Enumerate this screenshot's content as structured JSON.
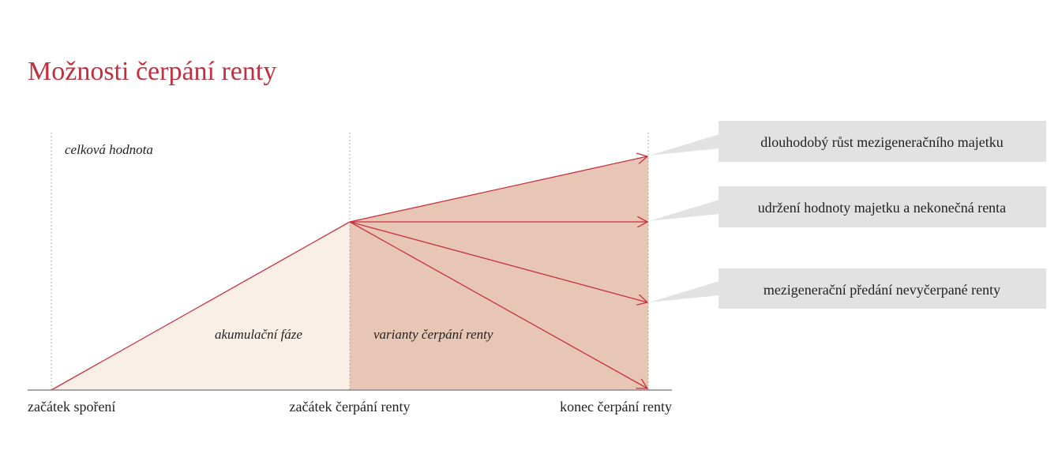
{
  "title": "Možnosti čerpání renty",
  "y_label": "celková hodnota",
  "phases": {
    "accumulation": "akumulační fáze",
    "withdrawal": "varianty čerpání renty"
  },
  "milestones": {
    "start_saving": "začátek spoření",
    "start_withdrawal": "začátek čerpání renty",
    "end_withdrawal": "konec čerpání renty"
  },
  "scenarios": [
    {
      "label": "dlouhodobý růst mezigeneračního majetku"
    },
    {
      "label": "udržení hodnoty majetku a nekonečná renta"
    },
    {
      "label": "mezigenerační předání nevyčerpané renty"
    }
  ],
  "colors": {
    "title": "#c0303f",
    "line": "#c8313e",
    "accumulation_fill": "#f9efe6",
    "withdrawal_fill": "#e8c6b6",
    "label_box": "#e2e2e2",
    "axis": "#8a8a8a"
  }
}
